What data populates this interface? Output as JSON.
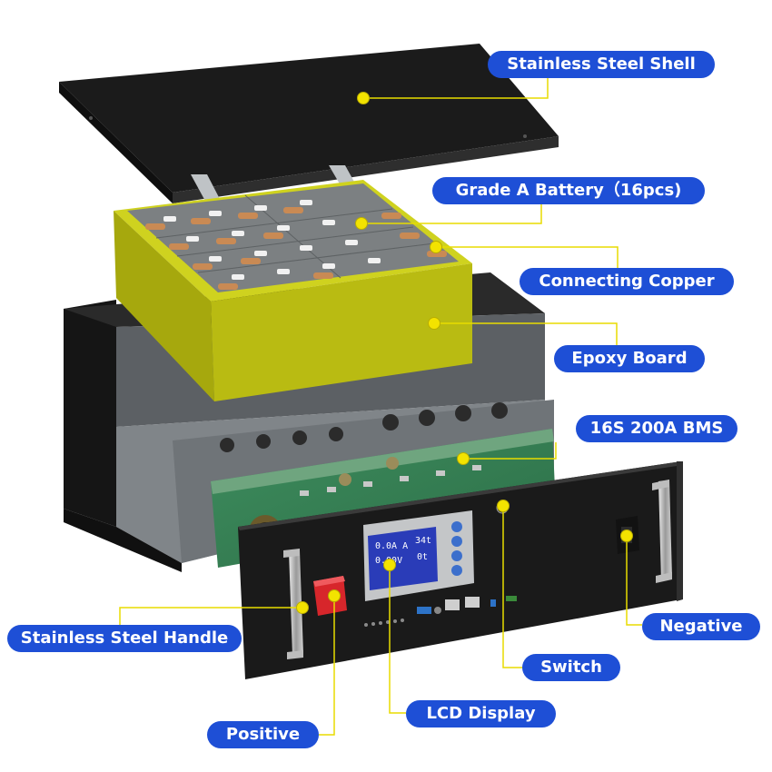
{
  "labels": {
    "shell": "Stainless Steel Shell",
    "battery": "Grade A Battery（16pcs)",
    "copper": "Connecting Copper",
    "epoxy": "Epoxy Board",
    "bms": "16S 200A BMS",
    "handle": "Stainless Steel Handle",
    "negative": "Negative",
    "switch": "Switch",
    "lcd": "LCD Display",
    "positive": "Positive"
  },
  "lcd": {
    "line1": "0.0A A",
    "line2": "0.00V",
    "line3": "34t",
    "line4": "0t"
  },
  "colors": {
    "callout": "#1e4fd6",
    "leader": "#e8dc00",
    "epoxy": "#c8c81a",
    "positive": "#d7262b",
    "lcd_screen": "#2a3cb8"
  }
}
